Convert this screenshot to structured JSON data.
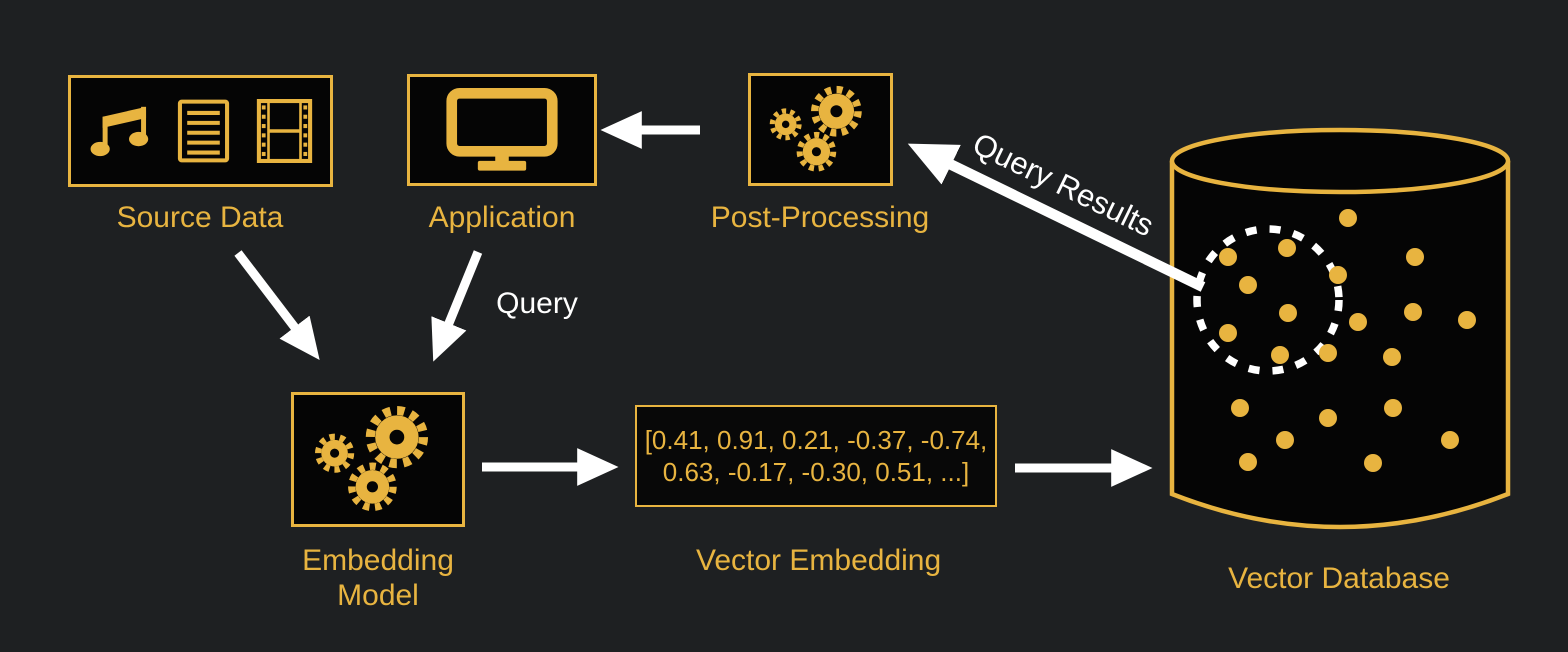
{
  "colors": {
    "background": "#1E2022",
    "accent_gold": "#E8B440",
    "box_fill": "#050505",
    "arrow_white": "#FFFFFF"
  },
  "nodes": {
    "source_data": {
      "label": "Source Data",
      "icons": [
        "music-note-icon",
        "document-icon",
        "film-strip-icon"
      ]
    },
    "application": {
      "label": "Application",
      "icons": [
        "monitor-icon"
      ]
    },
    "post_processing": {
      "label": "Post-Processing",
      "icons": [
        "gears-icon"
      ]
    },
    "embedding_model": {
      "label_line1": "Embedding",
      "label_line2": "Model",
      "icons": [
        "gears-icon"
      ]
    },
    "vector_embedding": {
      "label": "Vector Embedding",
      "value_line1": "[0.41, 0.91, 0.21, -0.37, -0.74,",
      "value_line2": "0.63, -0.17, -0.30, 0.51, ...]"
    },
    "vector_database": {
      "label": "Vector Database"
    }
  },
  "edge_labels": {
    "query": "Query",
    "query_results": "Query Results"
  }
}
